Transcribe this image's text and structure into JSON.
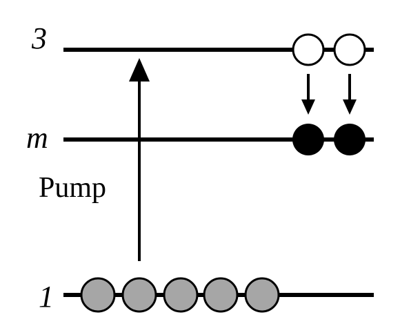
{
  "levels": {
    "top": {
      "label": "3"
    },
    "middle": {
      "label": "m"
    },
    "bottom": {
      "label": "1"
    }
  },
  "pump": {
    "label": "Pump"
  },
  "population": {
    "top_empty_count": 2,
    "middle_filled_count": 2,
    "bottom_ground_count": 5
  },
  "colors": {
    "line": "#000000",
    "empty_fill": "#ffffff",
    "filled": "#000000",
    "ground_fill": "#a6a6a6"
  }
}
